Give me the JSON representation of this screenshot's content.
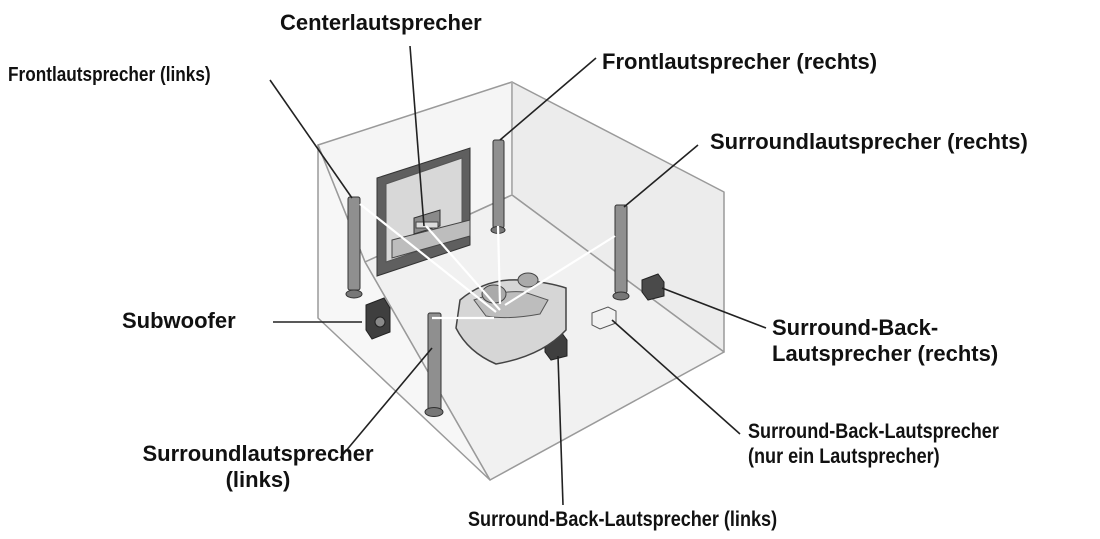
{
  "labels": {
    "center": "Centerlautsprecher",
    "front_left": "Frontlautsprecher (links)",
    "front_right": "Frontlautsprecher  (rechts)",
    "surround_right": "Surroundlautsprecher  (rechts)",
    "subwoofer": "Subwoofer",
    "surround_back_right_1": "Surround-Back-",
    "surround_back_right_2": "Lautsprecher (rechts)",
    "surround_back_single_1": "Surround-Back-Lautsprecher",
    "surround_back_single_2": "(nur ein Lautsprecher)",
    "surround_left_1": "Surroundlautsprecher",
    "surround_left_2": "(links)",
    "surround_back_left": "Surround-Back-Lautsprecher (links)"
  },
  "colors": {
    "room_fill": "#f2f2f2",
    "room_stroke": "#9a9a9a",
    "speaker": "#8c8c8c",
    "dark": "#3a3a3a",
    "leader": "#222222"
  }
}
